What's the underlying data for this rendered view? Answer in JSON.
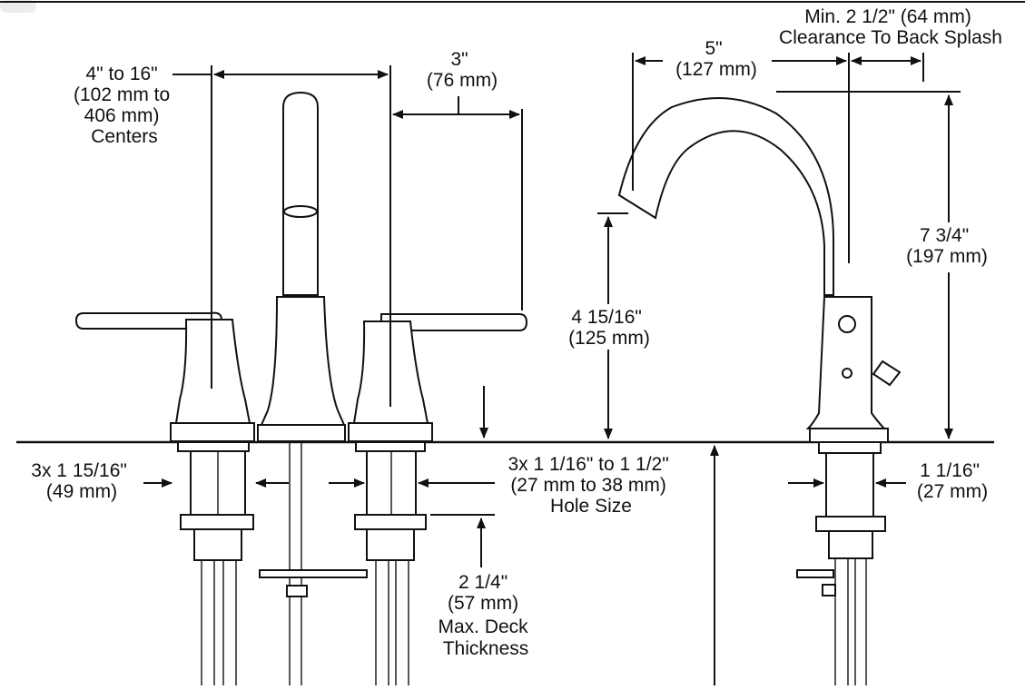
{
  "colors": {
    "ink": "#111111",
    "background": "#ffffff"
  },
  "labels": {
    "centers": [
      "4\" to 16\"",
      "(102 mm to",
      "406 mm)",
      "Centers"
    ],
    "handle_reach": [
      "3\"",
      "(76 mm)"
    ],
    "spout_reach": [
      "5\"",
      "(127 mm)"
    ],
    "back_splash": [
      "Min. 2 1/2\" (64 mm)",
      "Clearance To Back Splash"
    ],
    "spout_height": [
      "7 3/4\"",
      "(197 mm)"
    ],
    "aerator_height": [
      "4 15/16\"",
      "(125 mm)"
    ],
    "handle_shank": [
      "3x 1 15/16\"",
      "(49 mm)"
    ],
    "hole_size": [
      "3x 1 1/16\" to 1 1/2\"",
      "(27 mm to 38 mm)",
      "Hole Size"
    ],
    "spout_shank": [
      "1 1/16\"",
      "(27 mm)"
    ],
    "deck_thickness": [
      "2 1/4\"",
      "(57 mm)",
      "Max. Deck",
      "Thickness"
    ]
  }
}
